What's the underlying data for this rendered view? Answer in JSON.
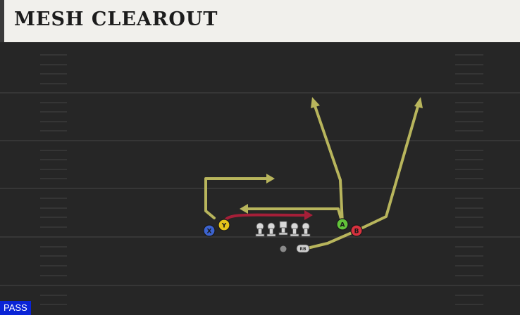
{
  "play": {
    "title": "MESH CLEAROUT",
    "type_badge": "PASS"
  },
  "colors": {
    "field": "#262626",
    "yard_line": "#3c3c3c",
    "route_yellow": "#b8b55c",
    "route_red": "#a51f38",
    "btn_x": "#3c63cf",
    "btn_y": "#e5c41b",
    "btn_a": "#62c33a",
    "btn_b": "#d9313e"
  },
  "players": [
    {
      "id": "x",
      "label": "X",
      "icon": "x-button-icon"
    },
    {
      "id": "y",
      "label": "Y",
      "icon": "y-button-icon"
    },
    {
      "id": "a",
      "label": "A",
      "icon": "a-button-icon"
    },
    {
      "id": "b",
      "label": "B",
      "icon": "b-button-icon"
    },
    {
      "id": "rb",
      "label": "RB",
      "icon": "running-back-icon"
    }
  ]
}
